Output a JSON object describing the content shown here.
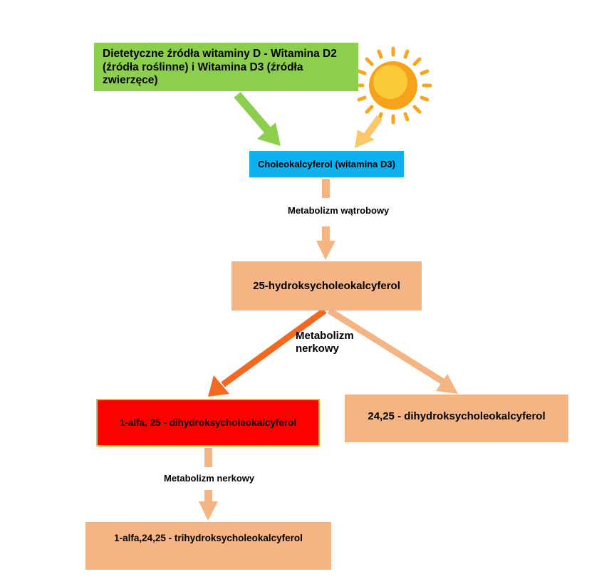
{
  "nodes": {
    "dietary": "Dietetyczne źródła witaminy D - Witamina D2 (źródła roślinne) i Witamina D3 (źródła zwierzęce)",
    "cholecalciferol": "Choleokalcyferol (witamina D3)",
    "hydroxy25": "25-hydroksycholeokalcyferol",
    "dihydroxy_1a25": "1-alfa, 25 - dihydroksycholeokalcyferol",
    "dihydroxy_2425": "24,25 - dihydroksycholeokalcyferol",
    "trihydroxy": "1-alfa,24,25 - trihydroksycholeokalcyferol"
  },
  "labels": {
    "liver": "Metabolizm wątrobowy",
    "renal_main": "Metabolizm nerkowy",
    "renal_second": "Metabolizm nerkowy"
  },
  "icons": {
    "sun": "sun-icon"
  },
  "colors": {
    "dietary": "#8ccf4f",
    "cholecalciferol": "#0fb0ef",
    "peach": "#f4b483",
    "active": "#fe0000",
    "sun": "#f7a51c",
    "arrow_green": "#8ccf4f",
    "arrow_sun": "#f8c86a",
    "arrow_peach": "#f4b483",
    "arrow_orange": "#f26a21"
  }
}
